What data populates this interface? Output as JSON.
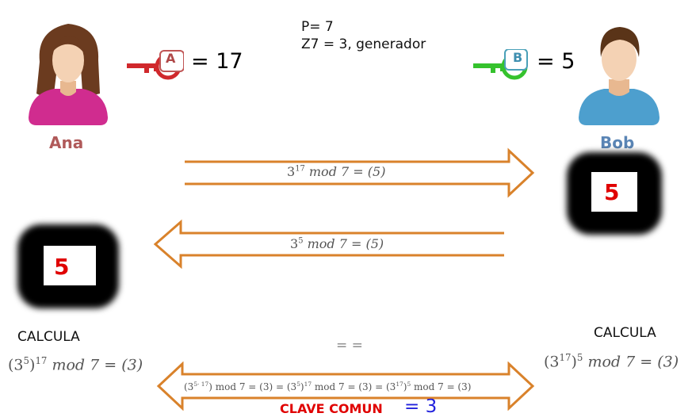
{
  "params": {
    "p_line": "P= 7",
    "gen_line": "Z7 = 3, generador"
  },
  "ana": {
    "name": "Ana",
    "key_letter": "A",
    "key_value": "= 17",
    "box_value": "5",
    "calc_label": "CALCULA"
  },
  "bob": {
    "name": "Bob",
    "key_letter": "B",
    "key_value": "= 5",
    "box_value": "5",
    "calc_label": "CALCULA"
  },
  "arrow_top": {
    "base": "3",
    "exp": "17",
    "rest": " mod 7 = (5)"
  },
  "arrow_mid": {
    "base": "3",
    "exp": "5",
    "rest": " mod 7 = (5)"
  },
  "eq_mark": "= =",
  "ana_formula": {
    "inner_base": "(3",
    "inner_exp": "5",
    "outer": ")",
    "outer_exp": "17",
    "rest": " mod 7 = (3)"
  },
  "bob_formula": {
    "inner_base": "(3",
    "inner_exp": "17",
    "outer": ")",
    "outer_exp": "5",
    "rest": " mod 7 = (3)"
  },
  "bottom": {
    "part1_base": "(3",
    "part1_exp": "5· 17",
    "part1_rest": ") mod 7 = (3) = (3",
    "part2_exp": "5",
    "part2_mid": ")",
    "part2_exp2": "17",
    "part2_rest": " mod 7 = (3) = (3",
    "part3_exp": "17",
    "part3_mid": ")",
    "part3_exp2": "5",
    "part3_rest": " mod 7 = (3)"
  },
  "clave": {
    "label": "CLAVE COMUN",
    "value": "= 3"
  },
  "colors": {
    "ana_name": "#b05a5a",
    "bob_name": "#5a85b5",
    "arrow": "#d9822b",
    "key_a": "#d0282c",
    "key_b": "#35c22d",
    "clave_label": "#e00000",
    "clave_value": "#2222dd"
  }
}
